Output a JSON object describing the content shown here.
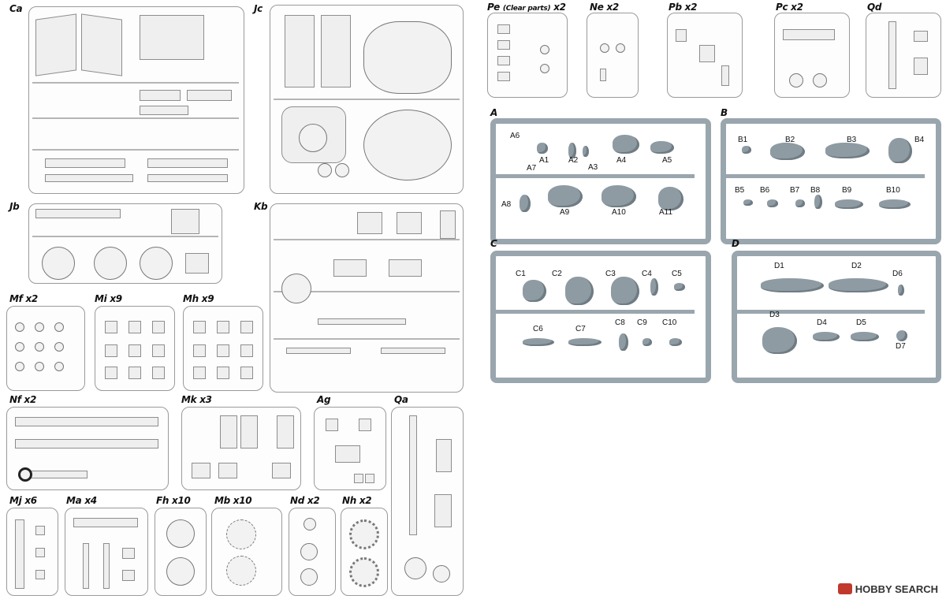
{
  "sprues": {
    "Ca": "Ca",
    "Jc": "Jc",
    "Jb": "Jb",
    "Kb": "Kb",
    "Mf": "Mf x2",
    "Mi": "Mi x9",
    "Mh": "Mh x9",
    "Nf": "Nf x2",
    "Mk": "Mk x3",
    "Ag": "Ag",
    "Qa": "Qa",
    "Mj": "Mj x6",
    "Ma": "Ma x4",
    "Fh": "Fh x10",
    "Mb": "Mb x10",
    "Nd": "Nd x2",
    "Nh": "Nh x2",
    "Pe": "Pe",
    "Pe_note": "(Clear parts)",
    "Pe_count": "x2",
    "Ne": "Ne x2",
    "Pb": "Pb x2",
    "Pc": "Pc x2",
    "Qd": "Qd",
    "A": "A",
    "B": "B",
    "C": "C",
    "D": "D"
  },
  "figure_parts": {
    "A": [
      "A1",
      "A2",
      "A3",
      "A4",
      "A5",
      "A6",
      "A7",
      "A8",
      "A9",
      "A10",
      "A11"
    ],
    "B": [
      "B1",
      "B2",
      "B3",
      "B4",
      "B5",
      "B6",
      "B7",
      "B8",
      "B9",
      "B10"
    ],
    "C": [
      "C1",
      "C2",
      "C3",
      "C4",
      "C5",
      "C6",
      "C7",
      "C8",
      "C9",
      "C10"
    ],
    "D": [
      "D1",
      "D2",
      "D3",
      "D4",
      "D5",
      "D6",
      "D7"
    ]
  },
  "watermark": "HOBBY SEARCH",
  "colors": {
    "figure": "#8e9ba3",
    "frame": "#9a9a9a"
  }
}
